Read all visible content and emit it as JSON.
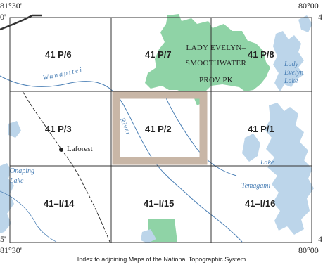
{
  "coords": {
    "top_left": "81°30'",
    "top_right": "80°00",
    "bottom_left": "81°30'",
    "bottom_right": "80°00",
    "left_top_edge": "0'",
    "right_top_edge": "4",
    "left_bottom_edge": "5'",
    "right_bottom_edge": "4"
  },
  "sheets": {
    "r1c1": "41 P/6",
    "r1c2": "41 P/7",
    "r1c3": "41 P/8",
    "r2c1": "41 P/3",
    "r2c2": "41 P/2",
    "r2c3": "41 P/1",
    "r3c1": "41–I/14",
    "r3c2": "41–I/15",
    "r3c3": "41–I/16"
  },
  "park": {
    "line1": "LADY EVELYN–",
    "line2": "SMOOTHWATER",
    "line3": "PROV PK"
  },
  "places": {
    "laforest": "Laforest"
  },
  "water": {
    "wanapitei": "Wanapitei",
    "river": "River",
    "lady_evelyn_1": "Lady",
    "lady_evelyn_2": "Evelyn",
    "lady_evelyn_3": "Lake",
    "lake": "Lake",
    "temagami": "Temagami",
    "onaping_1": "Onaping",
    "onaping_2": "Lake"
  },
  "caption": "Index to adjoining Maps of the National Topographic System",
  "colors": {
    "park_green": "#8fd3a6",
    "water_blue": "#bcd5ea",
    "highlight_frame": "#c8b6a6",
    "grid": "#333333"
  }
}
